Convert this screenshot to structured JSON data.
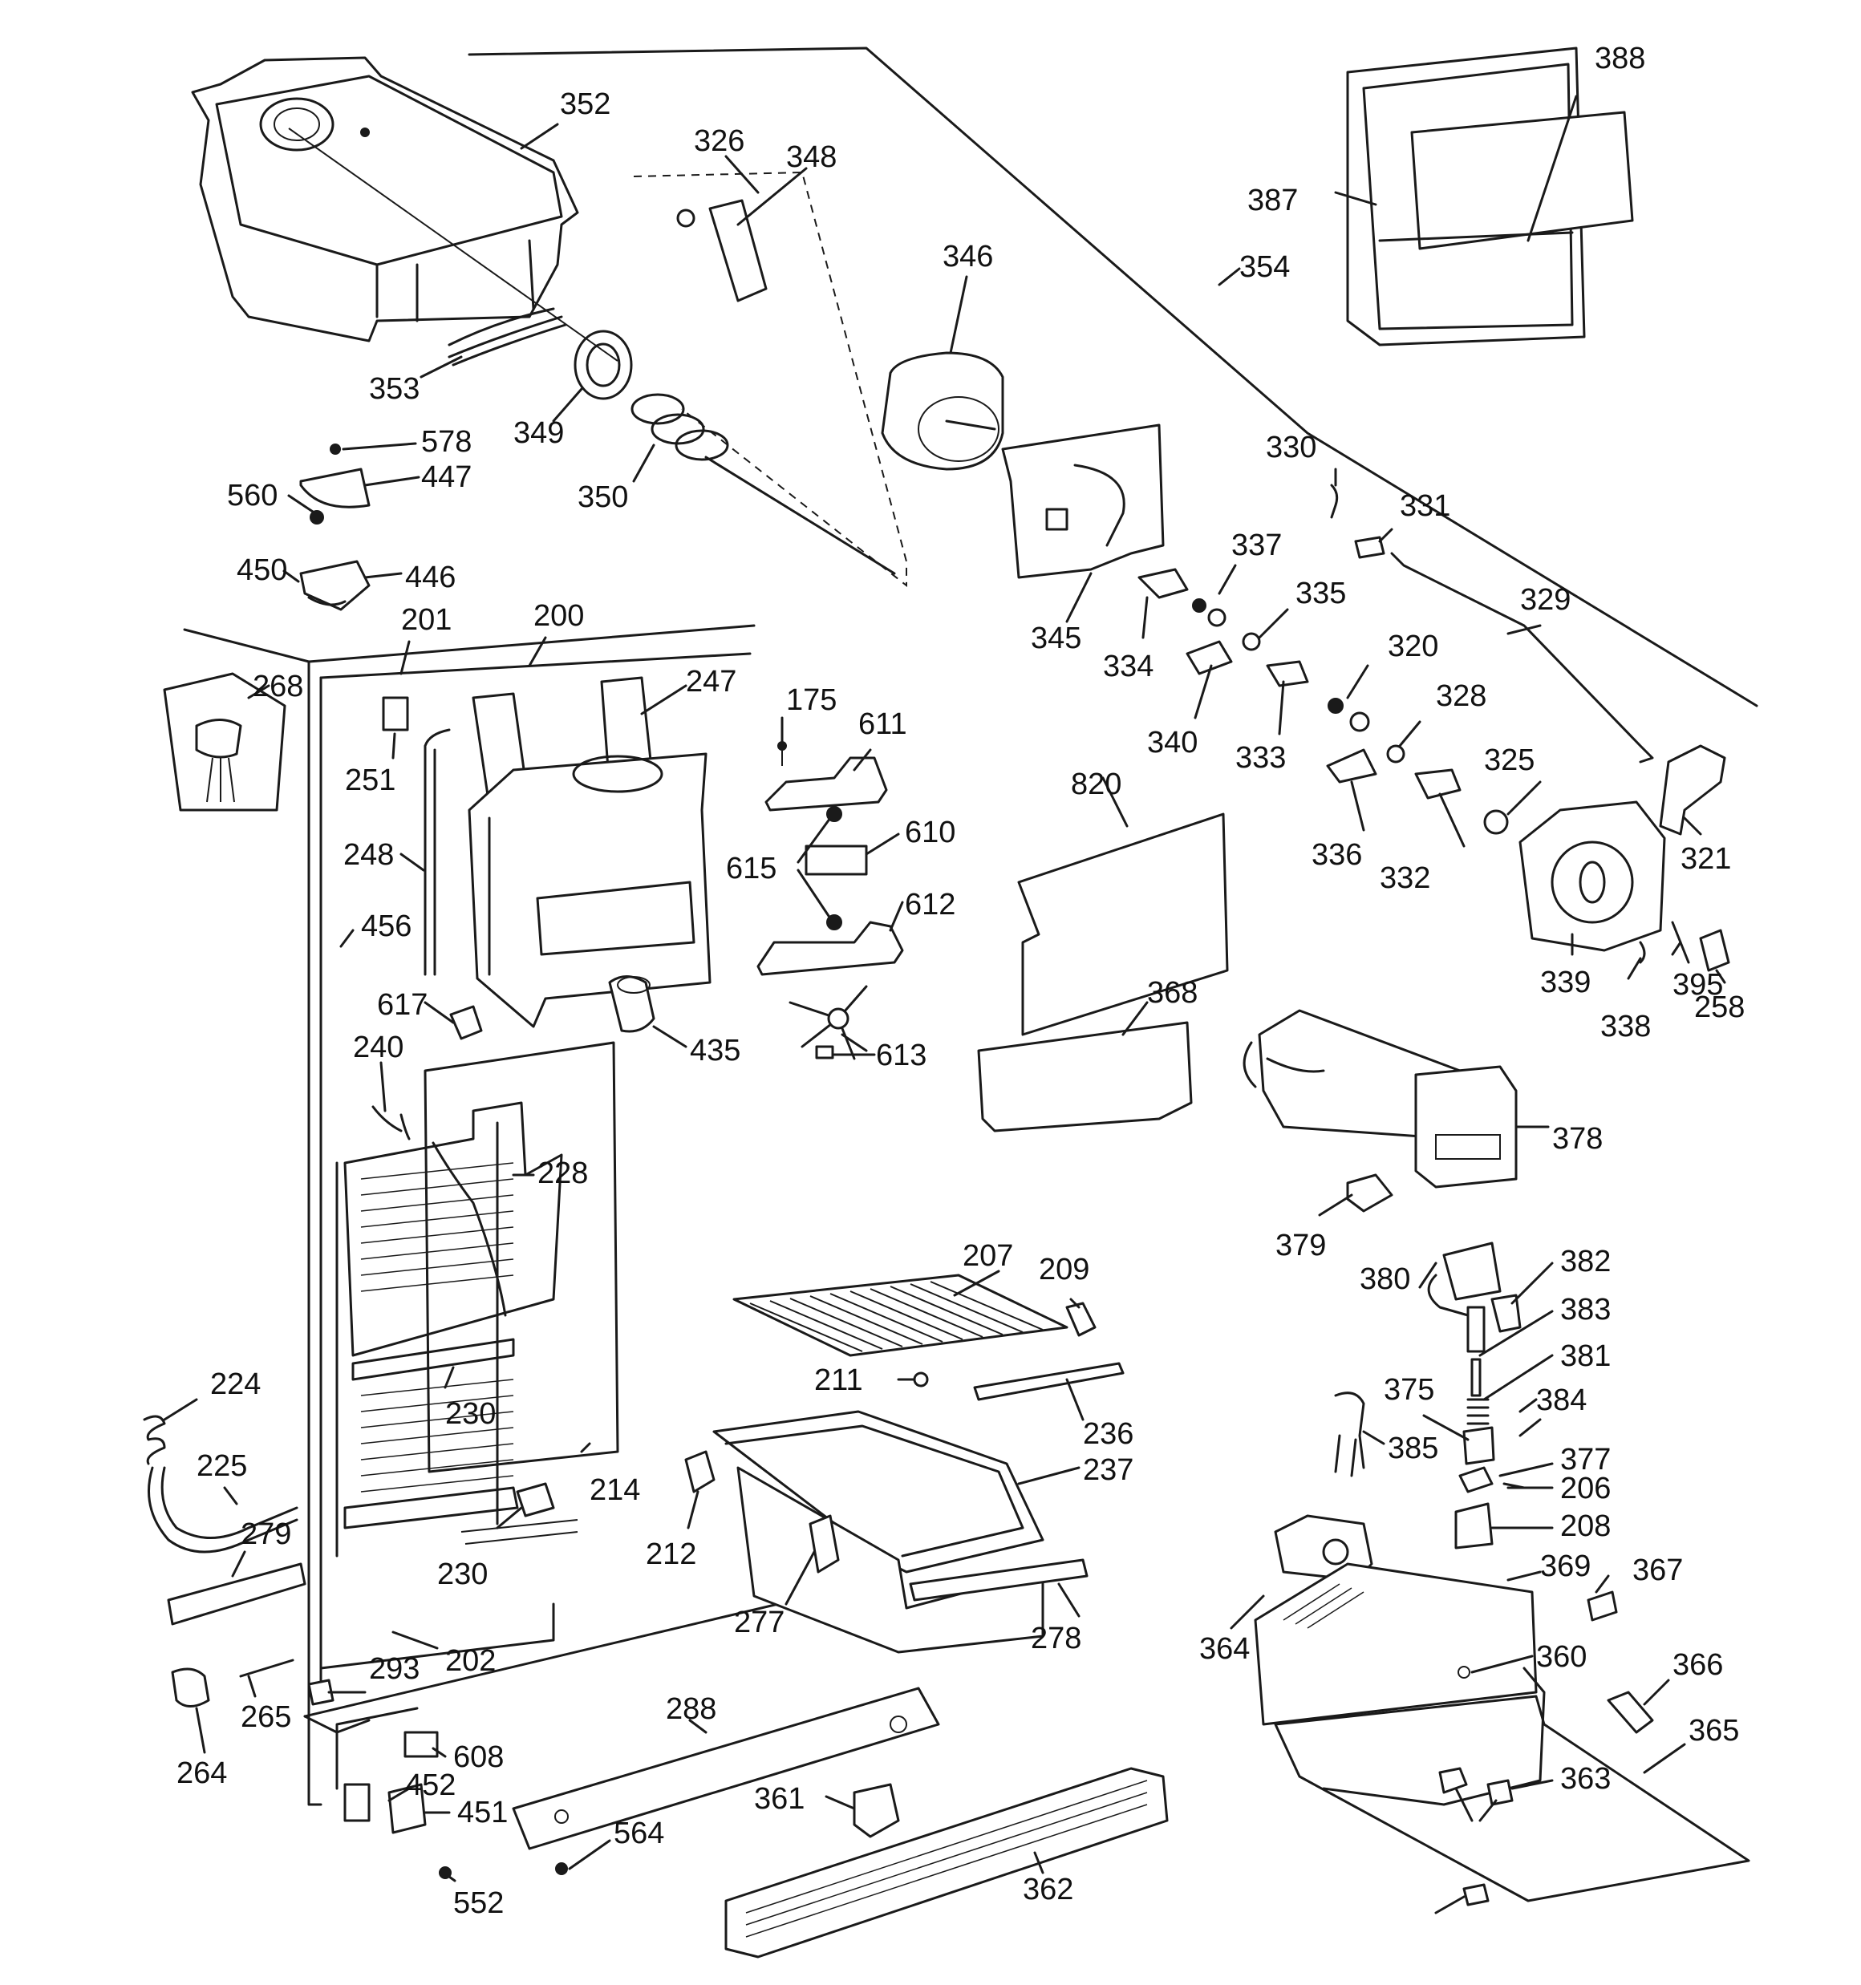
{
  "labels": [
    "352",
    "326",
    "348",
    "346",
    "388",
    "387",
    "354",
    "353",
    "349",
    "350",
    "578",
    "447",
    "560",
    "450",
    "446",
    "201",
    "200",
    "247",
    "268",
    "251",
    "248",
    "456",
    "175",
    "611",
    "610",
    "615",
    "612",
    "613",
    "617",
    "435",
    "240",
    "228",
    "230",
    "224",
    "225",
    "279",
    "214",
    "230",
    "202",
    "293",
    "265",
    "264",
    "608",
    "452",
    "451",
    "552",
    "564",
    "330",
    "331",
    "337",
    "335",
    "329",
    "345",
    "334",
    "340",
    "333",
    "336",
    "332",
    "320",
    "328",
    "325",
    "321",
    "339",
    "338",
    "395",
    "258",
    "820",
    "368",
    "378",
    "379",
    "380",
    "382",
    "383",
    "381",
    "375",
    "384",
    "385",
    "377",
    "206",
    "208",
    "207",
    "209",
    "211",
    "236",
    "237",
    "212",
    "277",
    "278",
    "288",
    "361",
    "362",
    "369",
    "367",
    "364",
    "360",
    "366",
    "365",
    "363"
  ]
}
